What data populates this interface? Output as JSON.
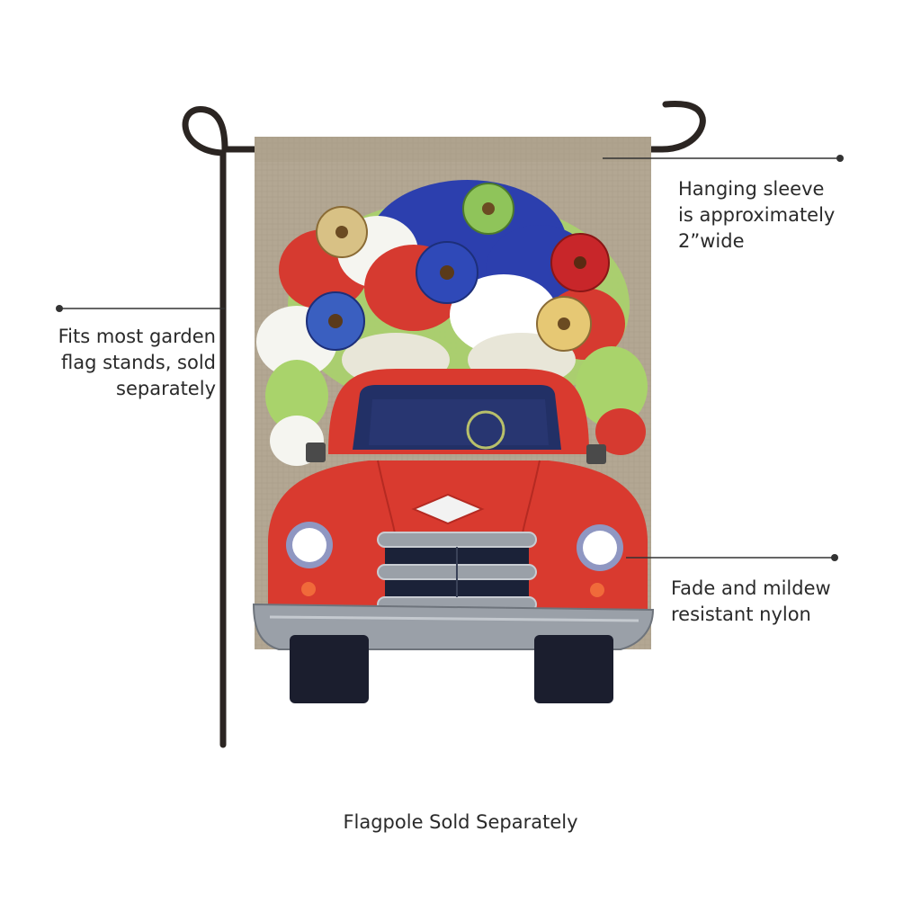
{
  "callouts": {
    "sleeve": [
      "Hanging sleeve",
      "is approximately",
      "2”wide"
    ],
    "stand": [
      "Fits most garden",
      "flag stands, sold",
      "separately"
    ],
    "nylon": [
      "Fade and mildew",
      "resistant nylon"
    ]
  },
  "caption": "Flagpole Sold Separately",
  "colors": {
    "burlap": "#b3a793",
    "truck_red": "#d93a2f",
    "tire": "#1b1e2e",
    "chrome": "#9aa0a8",
    "pole": "#2b2522",
    "leader_line": "#333333"
  }
}
